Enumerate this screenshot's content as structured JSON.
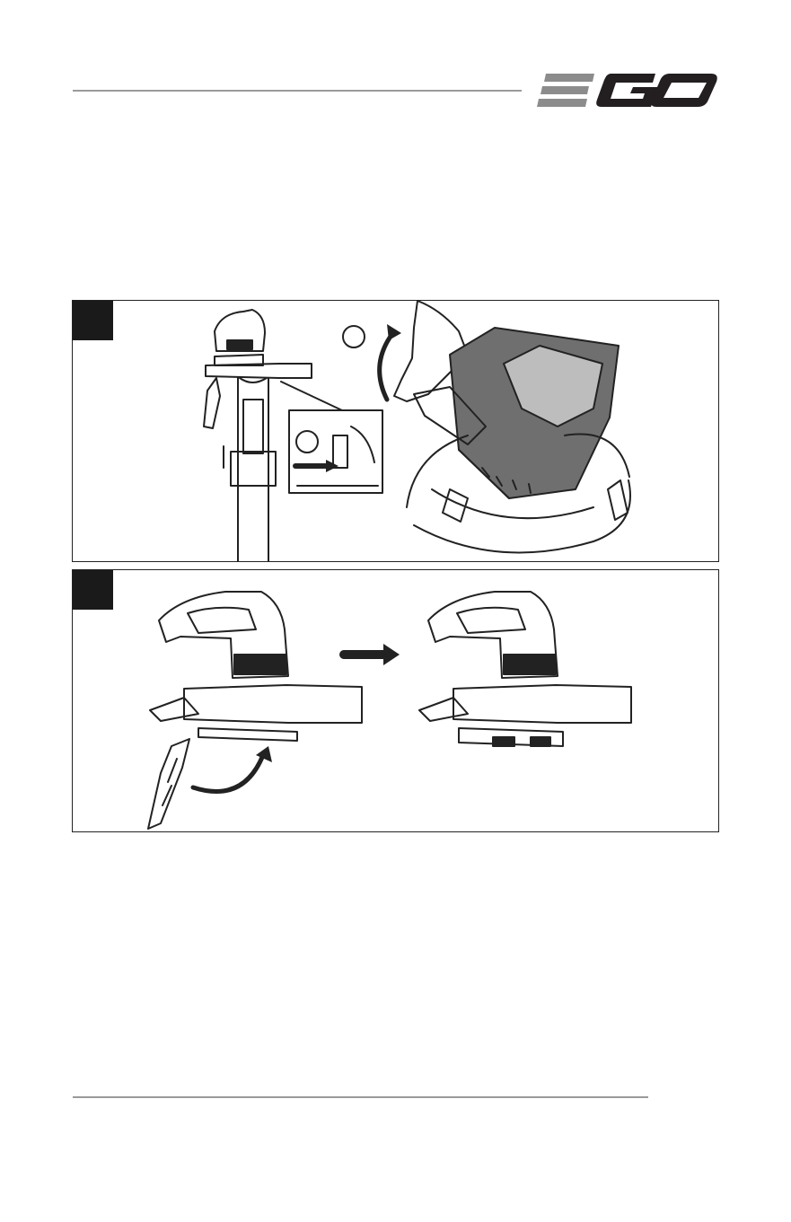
{
  "brand": {
    "logo_text": "EGO",
    "colors": {
      "grey": "#8c8c8c",
      "black": "#231f20"
    }
  },
  "figures": [
    {
      "id": "figure-1",
      "step_marker": "",
      "callouts": [
        "",
        ""
      ]
    },
    {
      "id": "figure-2",
      "step_marker": ""
    }
  ]
}
